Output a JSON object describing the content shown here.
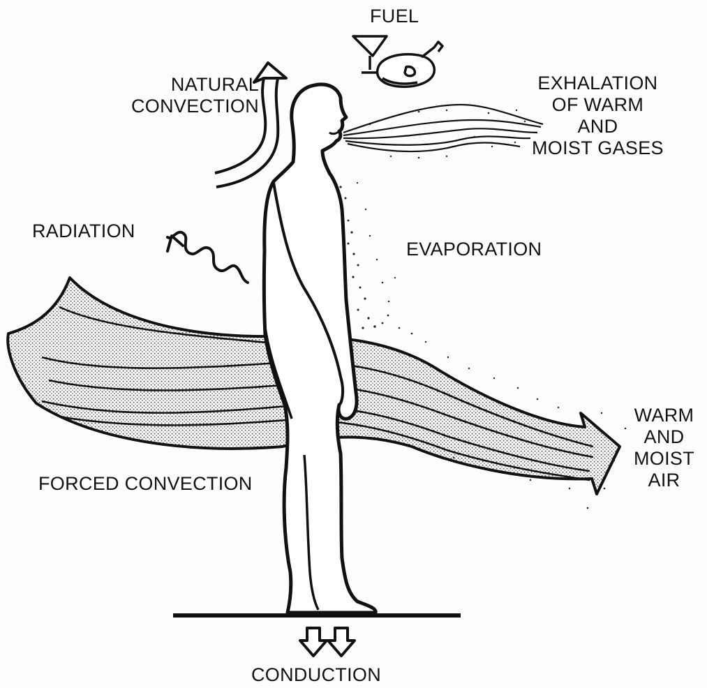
{
  "labels": {
    "fuel": "FUEL",
    "natural_convection": [
      "NATURAL",
      "CONVECTION"
    ],
    "exhalation": [
      "EXHALATION",
      "OF WARM",
      "AND",
      "MOIST GASES"
    ],
    "radiation": "RADIATION",
    "evaporation": "EVAPORATION",
    "forced_convection": "FORCED CONVECTION",
    "warm_moist_air": [
      "WARM",
      "AND",
      "MOIST",
      "AIR"
    ],
    "conduction": "CONDUCTION"
  },
  "colors": {
    "ink": "#111111",
    "paper": "#fdfdfd",
    "stipple": "#555555"
  }
}
